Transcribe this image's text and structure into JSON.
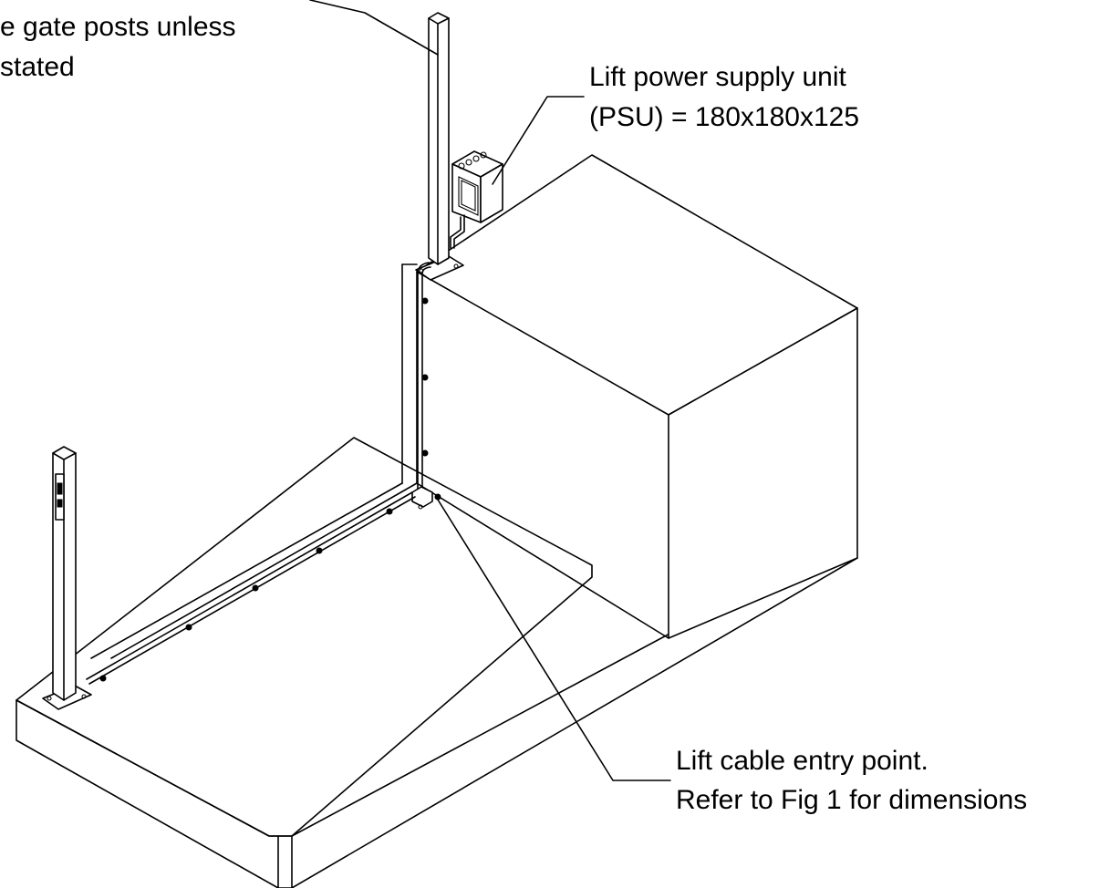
{
  "annotations": {
    "top_left": {
      "line1": "e gate posts unless",
      "line2": "stated"
    },
    "psu": {
      "line1": "Lift power supply unit",
      "line2": "(PSU) = 180x180x125"
    },
    "cable_entry": {
      "line1": "Lift cable entry point.",
      "line2": "Refer to Fig 1 for dimensions"
    }
  },
  "components": {
    "upper_post": "gate-post",
    "lower_post": "gate-post-with-control-panel",
    "psu": "lift-power-supply-unit",
    "conduit": "cable-conduit",
    "clips": "conduit-saddle-clip"
  }
}
